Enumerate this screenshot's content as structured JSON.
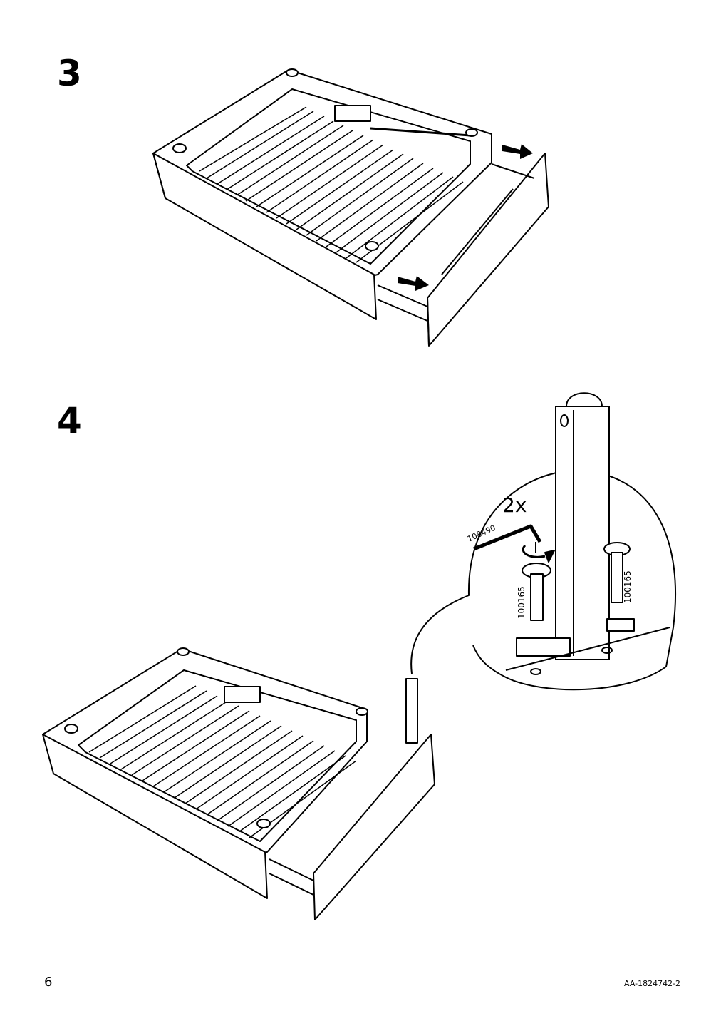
{
  "steps": [
    {
      "number": "3"
    },
    {
      "number": "4"
    }
  ],
  "step4": {
    "quantity": "2x",
    "tool_part": "108490",
    "screw_part_left": "100165",
    "screw_part_right": "100165"
  },
  "footer": {
    "page_number": "6",
    "doc_code": "AA-1824742-2"
  },
  "icons": [
    "arrow-icon",
    "rotate-icon",
    "allen-key-icon",
    "screw-icon",
    "detail-callout"
  ]
}
